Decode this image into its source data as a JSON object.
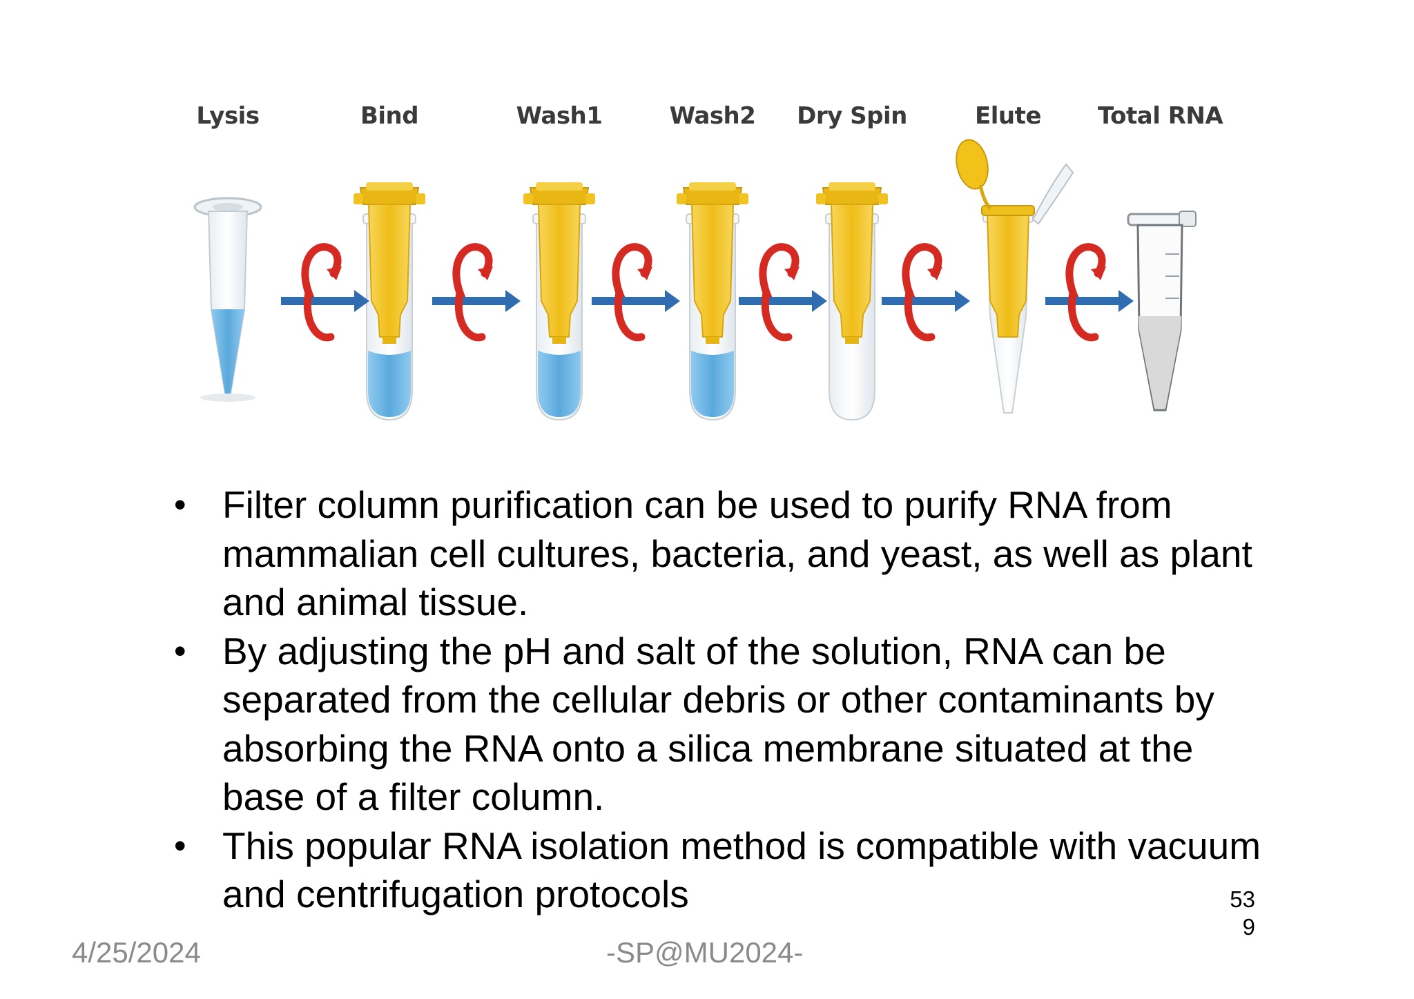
{
  "figure": {
    "steps": [
      {
        "label": "Lysis",
        "tube": "lysis-tube",
        "colors": {
          "liquid": "#5aa9dc"
        }
      },
      {
        "label": "Bind",
        "tube": "spin-column",
        "colors": {
          "liquid": "#6db7e8",
          "column": "#f2c21b"
        }
      },
      {
        "label": "Wash1",
        "tube": "spin-column",
        "colors": {
          "liquid": "#6db7e8",
          "column": "#f2c21b"
        }
      },
      {
        "label": "Wash2",
        "tube": "spin-column",
        "colors": {
          "liquid": "#6db7e8",
          "column": "#f2c21b"
        }
      },
      {
        "label": "Dry Spin",
        "tube": "spin-column-dry",
        "colors": {
          "column": "#f2c21b"
        }
      },
      {
        "label": "Elute",
        "tube": "spin-column-open-lid",
        "colors": {
          "column": "#f2c21b"
        }
      },
      {
        "label": "Total RNA",
        "tube": "microcentrifuge-tube",
        "colors": {
          "liquid": "#d9d9d9"
        }
      }
    ],
    "arrow_icon": "centrifuge-spin-arrow-icon",
    "arrow_colors": {
      "straight": "#2f6db0",
      "curl": "#d42a22"
    }
  },
  "bullets": [
    "Filter column purification can be used to purify RNA from mammalian cell cultures, bacteria, and yeast, as well as plant and animal tissue.",
    "By adjusting the pH and salt of the solution, RNA can be separated from the cellular debris or other contaminants by absorbing the RNA onto a silica membrane situated at the base of a filter column.",
    "This popular RNA isolation method is compatible with vacuum and centrifugation protocols"
  ],
  "bullet_glyph": "•",
  "footer": {
    "date": "4/25/2024",
    "center": "-SP@MU2024-",
    "slide_number": "53\n9"
  }
}
